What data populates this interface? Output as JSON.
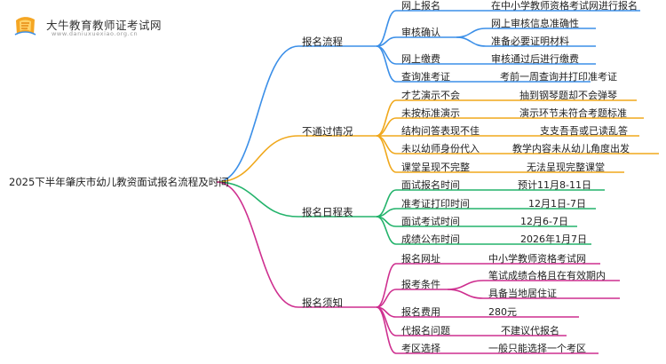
{
  "brand": {
    "name": "大牛教育教师证考试网",
    "domain": "www.daniuxuexiao.org.cn"
  },
  "root": "2025下半年肇庆市幼儿教资面试报名流程及时间",
  "branches": [
    {
      "label": "报名流程",
      "color": "#3b8fe8",
      "items": [
        {
          "label": "网上报名",
          "details": [
            "在中小学教师资格考试网进行报名"
          ]
        },
        {
          "label": "审核确认",
          "details": [
            "网上审核信息准确性",
            "准备必要证明材料"
          ]
        },
        {
          "label": "网上缴费",
          "details": [
            "审核通过后进行缴费"
          ]
        },
        {
          "label": "查询准考证",
          "details": [
            "考前一周查询并打印准考证"
          ]
        }
      ]
    },
    {
      "label": "不通过情况",
      "color": "#f0a81c",
      "items": [
        {
          "label": "才艺演示不会",
          "details": [
            "抽到钢琴题却不会弹琴"
          ]
        },
        {
          "label": "未按标准演示",
          "details": [
            "演示环节未符合考题标准"
          ]
        },
        {
          "label": "结构问答表现不佳",
          "details": [
            "支支吾吾或已读乱答"
          ]
        },
        {
          "label": "未以幼师身份代入",
          "details": [
            "教学内容未从幼儿角度出发"
          ]
        },
        {
          "label": "课堂呈现不完整",
          "details": [
            "无法呈现完整课堂"
          ]
        }
      ]
    },
    {
      "label": "报名日程表",
      "color": "#23b36b",
      "items": [
        {
          "label": "面试报名时间",
          "details": [
            "预计11月8-11日"
          ]
        },
        {
          "label": "准考证打印时间",
          "details": [
            "12月1日-7日"
          ]
        },
        {
          "label": "面试考试时间",
          "details": [
            "12月6-7日"
          ]
        },
        {
          "label": "成绩公布时间",
          "details": [
            "2026年1月7日"
          ]
        }
      ]
    },
    {
      "label": "报名须知",
      "color": "#ce2f8f",
      "items": [
        {
          "label": "报名网址",
          "details": [
            "中小学教师资格考试网"
          ]
        },
        {
          "label": "报考条件",
          "details": [
            "笔试成绩合格且在有效期内",
            "具备当地居住证"
          ]
        },
        {
          "label": "报名费用",
          "details": [
            "280元"
          ]
        },
        {
          "label": "代报名问题",
          "details": [
            "不建议代报名"
          ]
        },
        {
          "label": "考区选择",
          "details": [
            "一般只能选择一个考区"
          ]
        }
      ]
    }
  ]
}
